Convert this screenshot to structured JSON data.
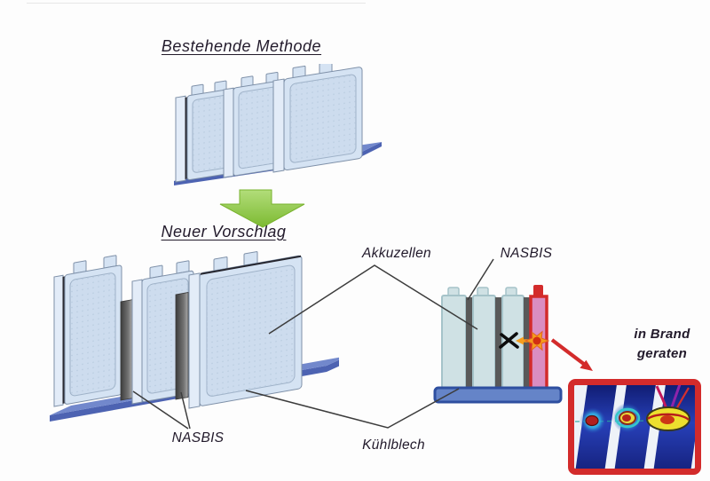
{
  "labels": {
    "existing_method": "Bestehende Methode",
    "new_proposal": "Neuer Vorschlag",
    "akkuzellen": "Akkuzellen",
    "nasbis_right": "NASBIS",
    "nasbis_left": "NASBIS",
    "kuehlblech": "Kühlblech",
    "fire_line1": "in Brand",
    "fire_line2": "geraten"
  },
  "icons": {
    "down_arrow": "⬇",
    "flame": "✸",
    "x_mark": "✕",
    "red_callout_arrow": "↘"
  },
  "colors": {
    "page_bg": "#fdfdfd",
    "text": "#221a2b",
    "leader_line": "#3c3c3c",
    "cell_fill": "#d5e3f3",
    "cell_side": "#e3ecf8",
    "cell_inner": "#cddcee",
    "cell_border": "#7e90a8",
    "cell_dark_edge": "#2b2b33",
    "plate_top": "#7288cc",
    "plate_side": "#4d63b2",
    "arrow_green_edge": "#79b32e",
    "scheme_cell_fill": "#cfe1e4",
    "scheme_cell_border": "#a5c3c9",
    "separator": "#595959",
    "fire_cell_fill": "#da8dc1",
    "alert_red": "#d32b2b",
    "scheme_plate_fill": "#6584c8",
    "scheme_plate_border": "#2e4fa0",
    "flame_orange": "#f59d1d",
    "flame_core": "#d22f12",
    "x_mark_color": "#0c0c0c"
  }
}
